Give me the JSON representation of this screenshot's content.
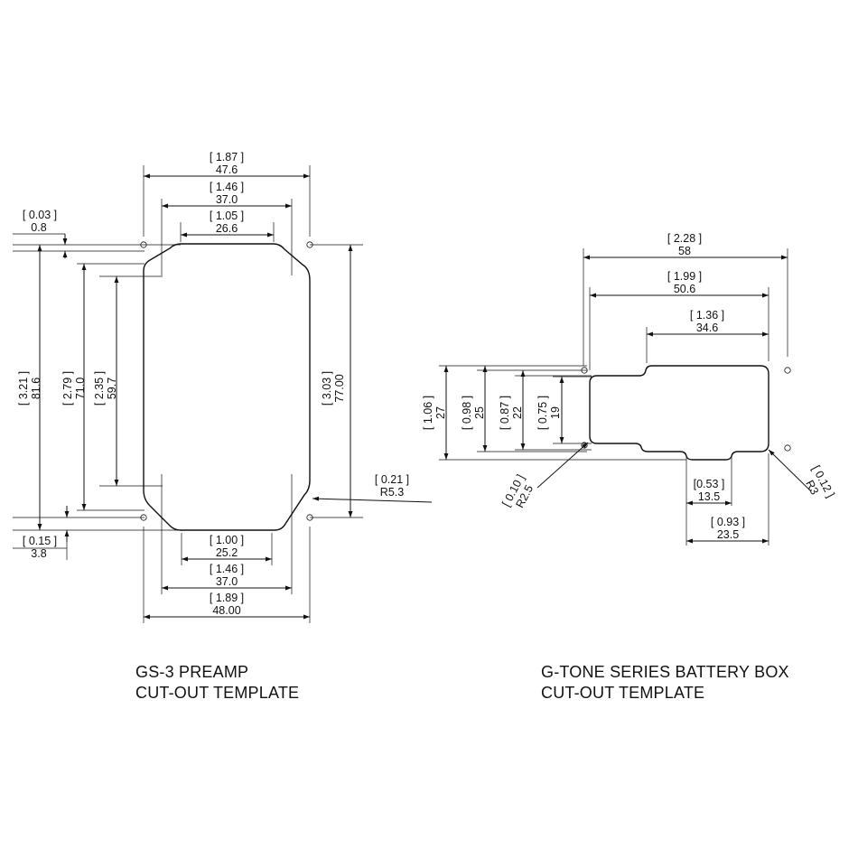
{
  "preamp": {
    "title_line1": "GS-3 PREAMP",
    "title_line2": "CUT-OUT TEMPLATE",
    "dims": {
      "overall_width": {
        "inch": "[ 1.87 ]",
        "mm": "47.6"
      },
      "width_inner": {
        "inch": "[ 1.46 ]",
        "mm": "37.0"
      },
      "top_flat": {
        "inch": "[ 1.05 ]",
        "mm": "26.6"
      },
      "top_offset": {
        "inch": "[ 0.03 ]",
        "mm": "0.8"
      },
      "left_height": {
        "inch": "[ 3.21 ]",
        "mm": "81.6"
      },
      "height_inner": {
        "inch": "[ 2.79 ]",
        "mm": "71.0"
      },
      "side_flat": {
        "inch": "[ 2.35 ]",
        "mm": "59.7"
      },
      "right_height": {
        "inch": "[ 3.03 ]",
        "mm": "77.00"
      },
      "corner_radius": {
        "inch": "[ 0.21 ]",
        "mm": "R5.3"
      },
      "bottom_offset": {
        "inch": "[ 0.15 ]",
        "mm": "3.8"
      },
      "bottom_flat": {
        "inch": "[ 1.00 ]",
        "mm": "25.2"
      },
      "bottom_inner": {
        "inch": "[ 1.46 ]",
        "mm": "37.0"
      },
      "bottom_overall": {
        "inch": "[ 1.89 ]",
        "mm": "48.00"
      }
    }
  },
  "battery_box": {
    "title_line1": "G-TONE SERIES BATTERY BOX",
    "title_line2": "CUT-OUT TEMPLATE",
    "dims": {
      "overall_width": {
        "inch": "[ 2.28 ]",
        "mm": "58"
      },
      "width_inner": {
        "inch": "[ 1.99 ]",
        "mm": "50.6"
      },
      "body_width": {
        "inch": "[ 1.36 ]",
        "mm": "34.6"
      },
      "overall_height": {
        "inch": "[ 1.06 ]",
        "mm": "27"
      },
      "height_inner": {
        "inch": "[ 0.98 ]",
        "mm": "25"
      },
      "body_height": {
        "inch": "[ 0.87 ]",
        "mm": "22"
      },
      "tab_height": {
        "inch": "[ 0.75 ]",
        "mm": "19"
      },
      "left_radius": {
        "inch": "[ 0.10 ]",
        "mm": "R2.5"
      },
      "right_radius": {
        "inch": "[ 0.12 ]",
        "mm": "R3"
      },
      "bottom_tab": {
        "inch": "[0.53 ]",
        "mm": "13.5"
      },
      "bottom_span": {
        "inch": "[ 0.93 ]",
        "mm": "23.5"
      }
    }
  }
}
